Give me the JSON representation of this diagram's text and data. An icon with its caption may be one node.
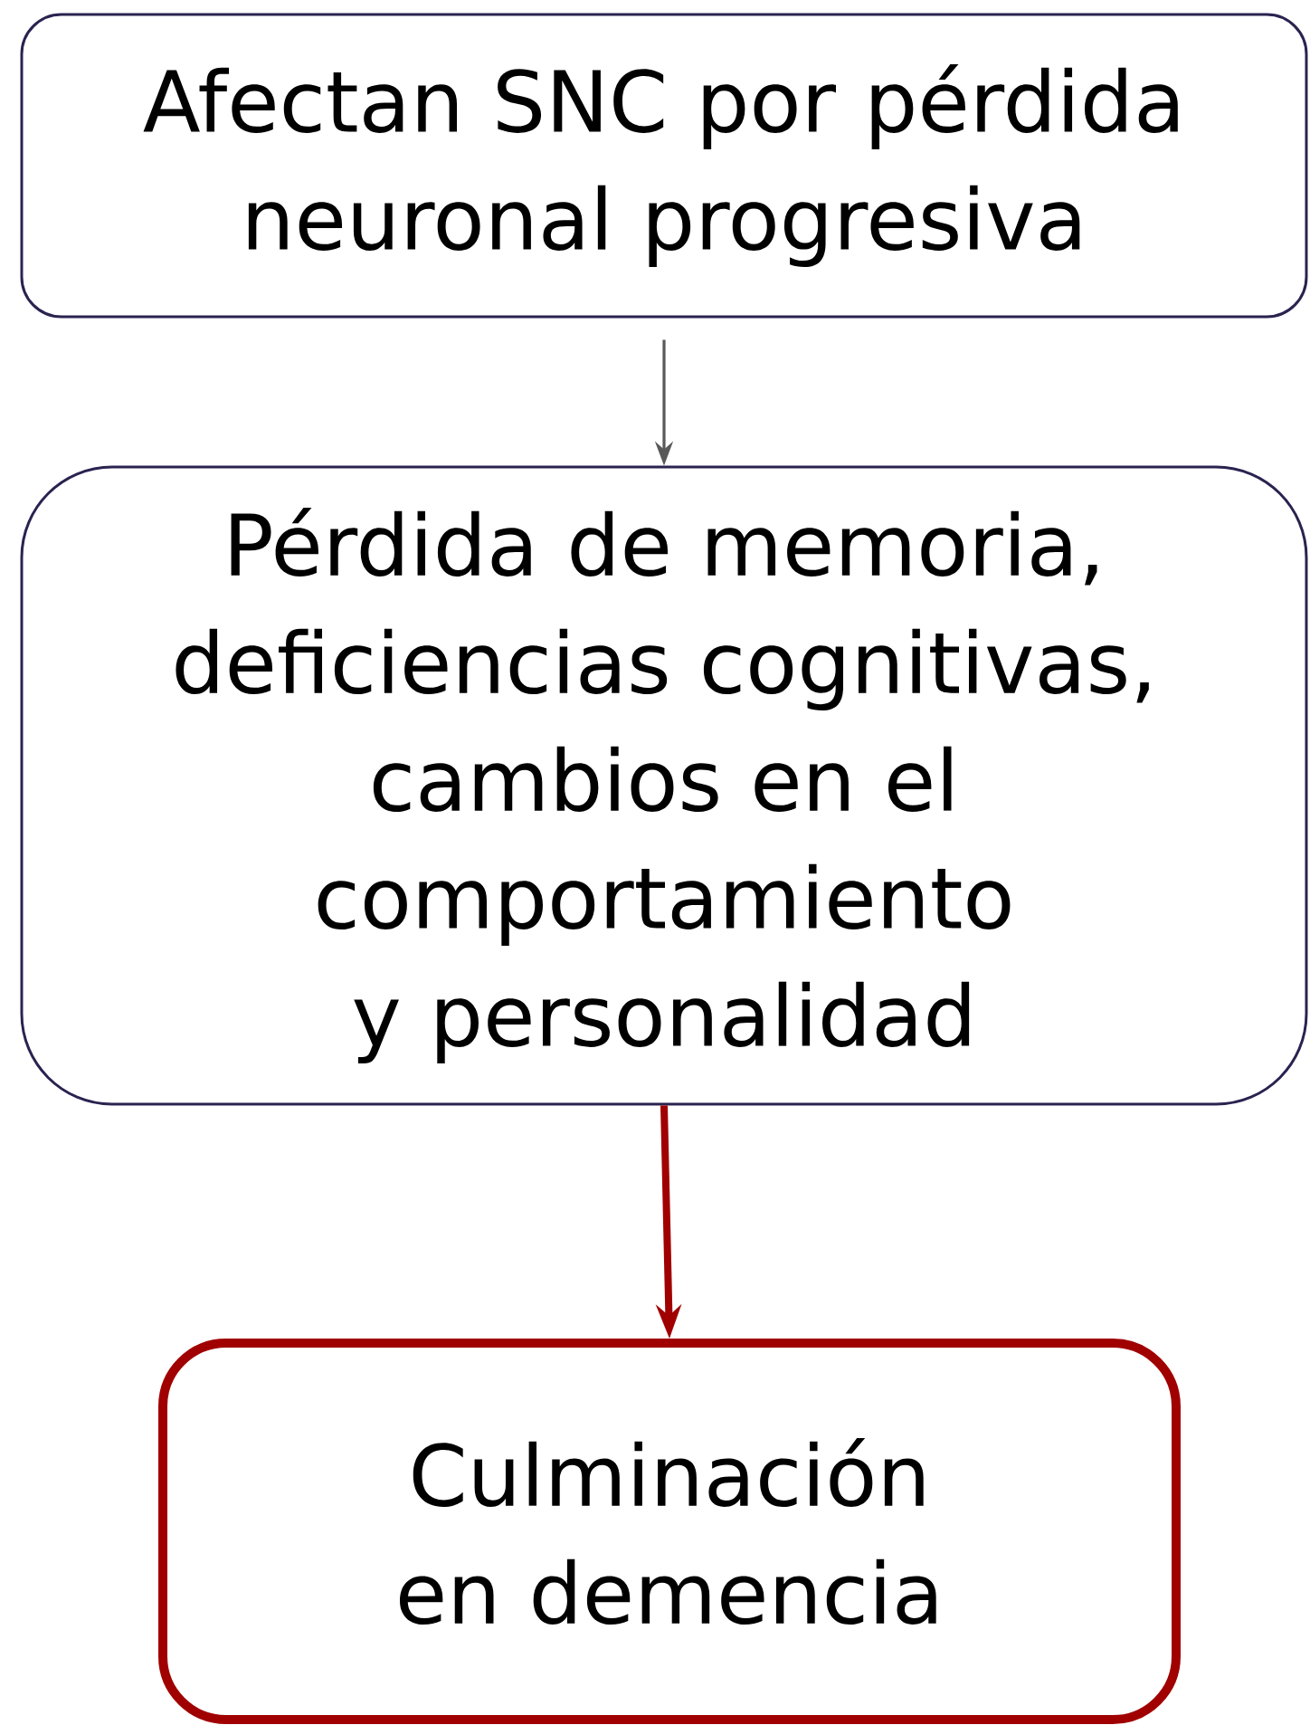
{
  "diagram": {
    "nodes": [
      {
        "text": [
          "Afectan SNC por pérdida neuronal progresiva"
        ]
      },
      {
        "text": [
          "Pérdida de memoria, deficiencias cognitivas, cambios en el comportamiento y personalidad"
        ]
      },
      {
        "text": [
          "Culminación en demencia"
        ]
      }
    ],
    "edges": [
      {
        "from": 0,
        "to": 1,
        "arrow": "to",
        "color": "#595959"
      },
      {
        "from": 1,
        "to": 2,
        "arrow": "to",
        "style": "thick",
        "color": "#a00000"
      }
    ]
  }
}
